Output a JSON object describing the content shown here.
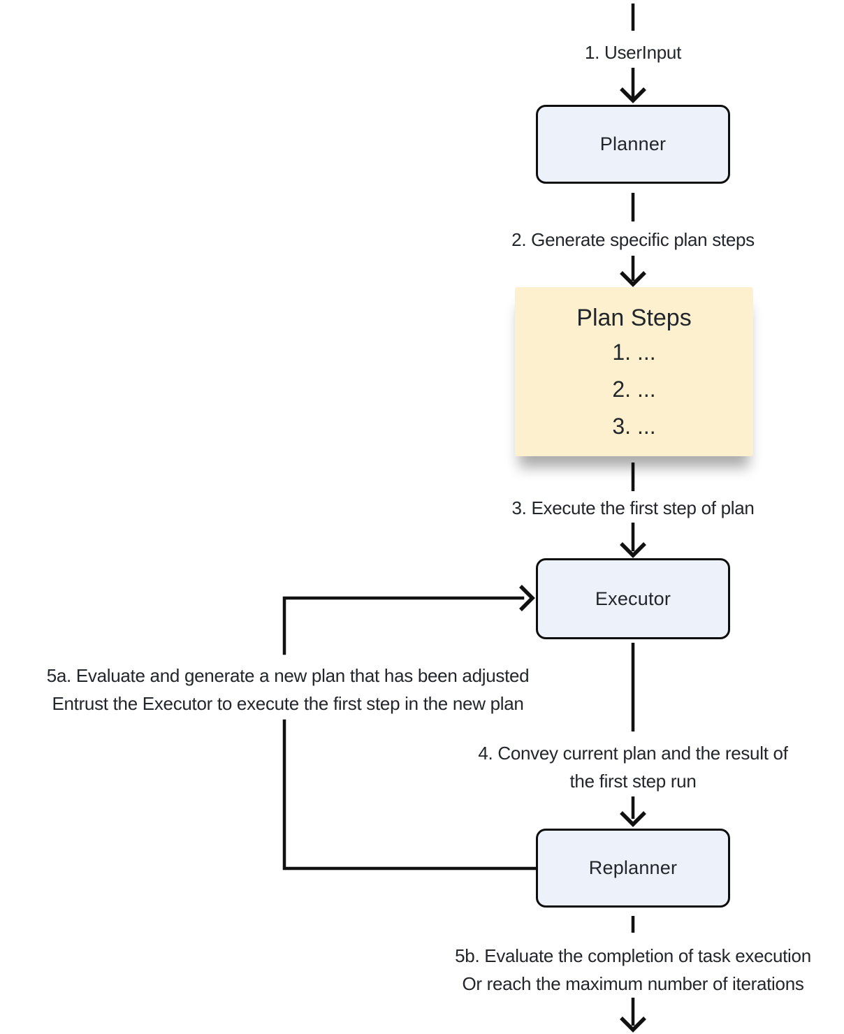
{
  "diagram": {
    "nodes": {
      "planner": {
        "label": "Planner"
      },
      "executor": {
        "label": "Executor"
      },
      "replanner": {
        "label": "Replanner"
      },
      "plan_steps": {
        "title": "Plan Steps",
        "items": [
          "1. ...",
          "2. ...",
          "3. ..."
        ]
      }
    },
    "edge_labels": {
      "user_input": "1. UserInput",
      "generate_steps": "2. Generate specific plan steps",
      "execute_first": "3. Execute the first step of plan",
      "convey_line1": "4. Convey current plan and the result of",
      "convey_line2": "the first step run",
      "replan_line1": "5a. Evaluate and generate a new plan that has been adjusted",
      "replan_line2": "Entrust the Executor to execute the first step in the new plan",
      "finish_line1": "5b. Evaluate the completion of task execution",
      "finish_line2": "Or reach the maximum number of iterations"
    },
    "colors": {
      "node_fill": "#edf1f9",
      "node_border": "#0d0d0d",
      "note_fill": "#fcf0ce",
      "text": "#22262b",
      "line": "#111111",
      "bg": "#ffffff"
    }
  }
}
